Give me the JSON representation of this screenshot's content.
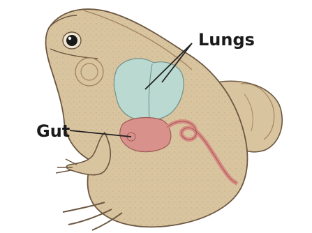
{
  "labels": {
    "lungs": "Lungs",
    "gut": "Gut"
  },
  "colors": {
    "skin": "#d9c4a0",
    "skin_shadow": "#c4a77d",
    "skin_outline": "#6b5640",
    "lungs": "#b8dbd4",
    "gut": "#d9918c",
    "intestine": "#d98c84",
    "leader_line": "#222222"
  },
  "icons": {
    "frog": "frog-body-illustration"
  }
}
